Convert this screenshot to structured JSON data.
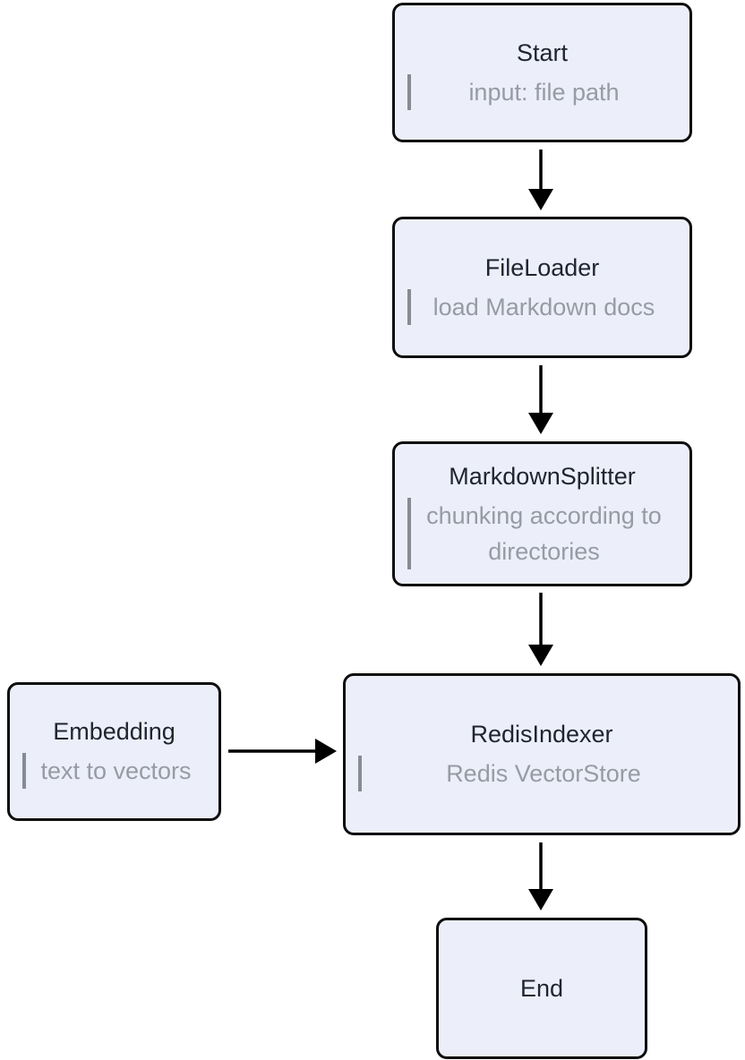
{
  "diagram": {
    "type": "flowchart",
    "direction": "top-to-bottom",
    "colors": {
      "background": "#ffffff",
      "node_fill": "#eceff9",
      "node_border": "#0d0d0d",
      "title_text": "#1f2430",
      "subtitle_text": "#979ba4",
      "subtitle_bar": "#878b94",
      "arrow": "#000000"
    },
    "nodes": [
      {
        "id": "start",
        "title": "Start",
        "subtitle": "input: file path"
      },
      {
        "id": "fileloader",
        "title": "FileLoader",
        "subtitle": "load Markdown docs"
      },
      {
        "id": "markdownsplitter",
        "title": "MarkdownSplitter",
        "subtitle": "chunking according to directories"
      },
      {
        "id": "embedding",
        "title": "Embedding",
        "subtitle": "text to vectors"
      },
      {
        "id": "redisindexer",
        "title": "RedisIndexer",
        "subtitle": "Redis VectorStore"
      },
      {
        "id": "end",
        "title": "End",
        "subtitle": ""
      }
    ],
    "edges": [
      {
        "from": "start",
        "to": "fileloader"
      },
      {
        "from": "fileloader",
        "to": "markdownsplitter"
      },
      {
        "from": "markdownsplitter",
        "to": "redisindexer"
      },
      {
        "from": "embedding",
        "to": "redisindexer"
      },
      {
        "from": "redisindexer",
        "to": "end"
      }
    ]
  }
}
